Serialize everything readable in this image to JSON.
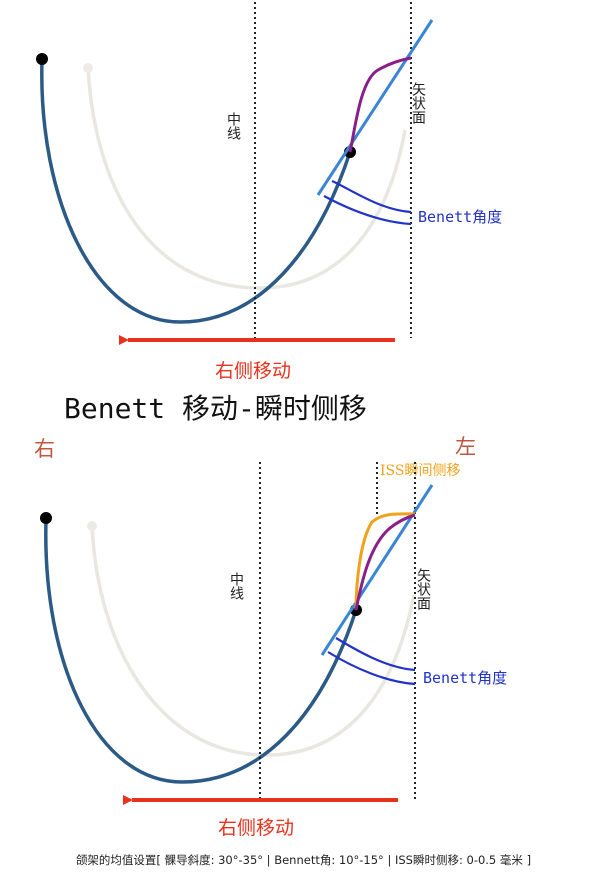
{
  "top_panel": {
    "midline_label": "中线",
    "sagittal_label": "矢状面",
    "bennett_label": "Benett角度",
    "movement_label": "右侧移动"
  },
  "title": "Benett 移动-瞬时侧移",
  "bottom_panel": {
    "right_side_label": "右",
    "left_side_label": "左",
    "iss_label": "ISS瞬间侧移",
    "midline_label": "中线",
    "sagittal_label": "矢状面",
    "bennett_label": "Benett角度",
    "movement_label": "右侧移动"
  },
  "caption": "颌架的均值设置[ 髁导斜度: 30°-35° | Bennett角: 10°-15° | ISS瞬时侧移: 0-0.5 毫米 ]",
  "colors": {
    "moved_arch": "#2b5a86",
    "ghost_arch": "#e9e7e2",
    "arrow": "#e8321e",
    "bennett": "#2233c8",
    "sagittal_line": "#3a86d4",
    "purple_path": "#8a1f8a",
    "iss_path": "#f0a21a"
  }
}
